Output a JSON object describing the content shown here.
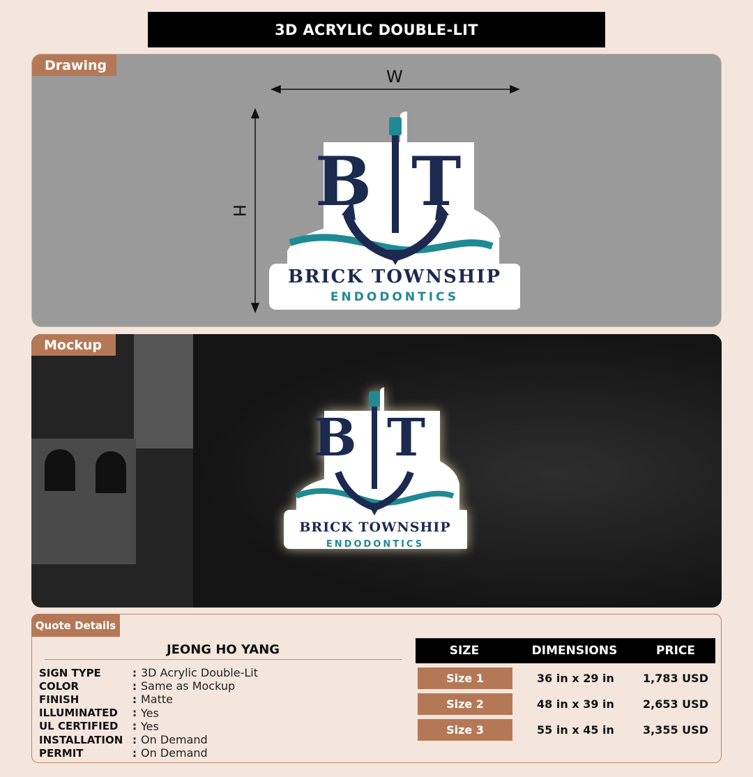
{
  "header": {
    "title": "3D ACRYLIC DOUBLE-LIT"
  },
  "drawing": {
    "tag": "Drawing",
    "width_label": "W",
    "height_label": "H"
  },
  "mockup": {
    "tag": "Mockup"
  },
  "logo": {
    "line1": "BRICK TOWNSHIP",
    "line2": "ENDODONTICS",
    "monogram_left": "B",
    "monogram_right": "T"
  },
  "quote": {
    "tag": "Quote Details",
    "client": "JEONG HO YANG",
    "specs": [
      {
        "key": "SIGN TYPE",
        "value": "3D Acrylic Double-Lit"
      },
      {
        "key": "COLOR",
        "value": "Same as Mockup"
      },
      {
        "key": "FINISH",
        "value": "Matte"
      },
      {
        "key": "ILLUMINATED",
        "value": "Yes"
      },
      {
        "key": "UL CERTIFIED",
        "value": "Yes"
      },
      {
        "key": "INSTALLATION",
        "value": "On Demand"
      },
      {
        "key": "PERMIT",
        "value": "On Demand"
      }
    ],
    "colon": ":",
    "table": {
      "headers": [
        "SIZE",
        "DIMENSIONS",
        "PRICE"
      ],
      "rows": [
        {
          "size": "Size 1",
          "dimensions": "36 in x 29 in",
          "price": "1,783 USD"
        },
        {
          "size": "Size 2",
          "dimensions": "48 in x 39 in",
          "price": "2,653 USD"
        },
        {
          "size": "Size 3",
          "dimensions": "55 in x 45 in",
          "price": "3,355 USD"
        }
      ]
    }
  }
}
